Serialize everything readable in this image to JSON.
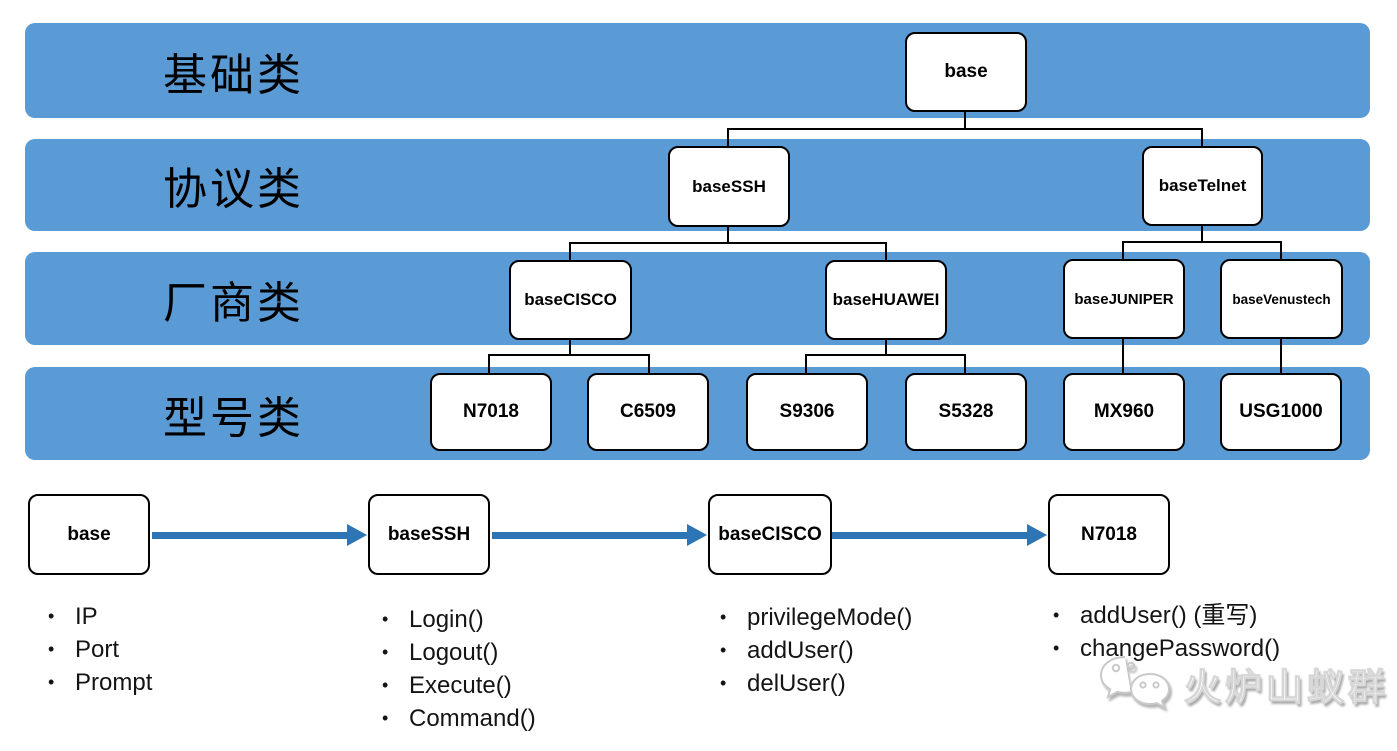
{
  "colors": {
    "band": "#5B9BD5",
    "arrow": "#2E75B6",
    "node_fill": "#FFFFFF",
    "node_border": "#000000",
    "connector": "#000000"
  },
  "hierarchy": {
    "levels": [
      {
        "band_label": "基础类",
        "nodes": [
          {
            "label": "base"
          }
        ]
      },
      {
        "band_label": "协议类",
        "nodes": [
          {
            "label": "baseSSH"
          },
          {
            "label": "baseTelnet"
          }
        ]
      },
      {
        "band_label": "厂商类",
        "nodes": [
          {
            "label": "baseCISCO"
          },
          {
            "label": "baseHUAWEI"
          },
          {
            "label": "baseJUNIPER"
          },
          {
            "label": "baseVenustech"
          }
        ]
      },
      {
        "band_label": "型号类",
        "nodes": [
          {
            "label": "N7018"
          },
          {
            "label": "C6509"
          },
          {
            "label": "S9306"
          },
          {
            "label": "S5328"
          },
          {
            "label": "MX960"
          },
          {
            "label": "USG1000"
          }
        ]
      }
    ],
    "edges": [
      [
        "base",
        "baseSSH"
      ],
      [
        "base",
        "baseTelnet"
      ],
      [
        "baseSSH",
        "baseCISCO"
      ],
      [
        "baseSSH",
        "baseHUAWEI"
      ],
      [
        "baseTelnet",
        "baseJUNIPER"
      ],
      [
        "baseTelnet",
        "baseVenustech"
      ],
      [
        "baseCISCO",
        "N7018"
      ],
      [
        "baseCISCO",
        "C6509"
      ],
      [
        "baseHUAWEI",
        "S9306"
      ],
      [
        "baseHUAWEI",
        "S5328"
      ],
      [
        "baseJUNIPER",
        "MX960"
      ],
      [
        "baseVenustech",
        "USG1000"
      ]
    ]
  },
  "chain": {
    "steps": [
      {
        "label": "base",
        "members": [
          "IP",
          "Port",
          "Prompt"
        ]
      },
      {
        "label": "baseSSH",
        "members": [
          "Login()",
          "Logout()",
          "Execute()",
          "Command()"
        ]
      },
      {
        "label": "baseCISCO",
        "members": [
          "privilegeMode()",
          "addUser()",
          "delUser()"
        ]
      },
      {
        "label": "N7018",
        "members": [
          "addUser() (重写)",
          "changePassword()"
        ]
      }
    ]
  },
  "watermark": {
    "icon": "wechat-logo-icon",
    "text": "火炉山蚁群"
  }
}
